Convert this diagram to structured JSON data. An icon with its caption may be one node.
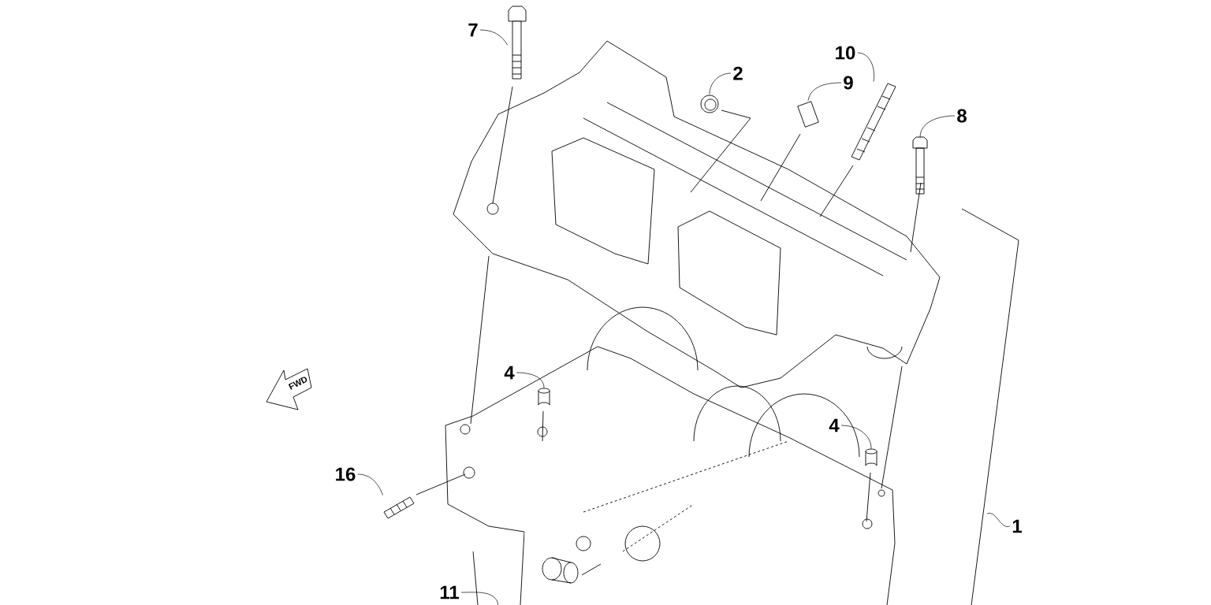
{
  "diagram": {
    "nodes": [
      {
        "text": [
          "7"
        ]
      },
      {
        "text": [
          "2"
        ]
      },
      {
        "text": [
          "9"
        ]
      },
      {
        "text": [
          "10"
        ]
      },
      {
        "text": [
          "8"
        ]
      },
      {
        "text": [
          "4"
        ]
      },
      {
        "text": [
          "4"
        ]
      },
      {
        "text": [
          "16"
        ]
      },
      {
        "text": [
          "1"
        ]
      },
      {
        "text": [
          "11"
        ]
      },
      {
        "text": [],
        "shape": "picture"
      },
      {
        "text": [],
        "shape": "picture"
      },
      {
        "text": [],
        "shape": "picture"
      },
      {
        "text": [],
        "shape": "picture"
      },
      {
        "text": [],
        "shape": "picture"
      },
      {
        "text": [],
        "shape": "cylinder"
      },
      {
        "text": [],
        "shape": "cylinder"
      },
      {
        "text": [],
        "shape": "picture"
      }
    ],
    "edges": [
      {
        "from": 0,
        "to": 10,
        "arrow": "none"
      },
      {
        "from": 1,
        "to": 11,
        "arrow": "none"
      },
      {
        "from": 2,
        "to": 12,
        "arrow": "none"
      },
      {
        "from": 3,
        "to": 13,
        "arrow": "none"
      },
      {
        "from": 4,
        "to": 14,
        "arrow": "none"
      },
      {
        "from": 5,
        "to": 15,
        "arrow": "none"
      },
      {
        "from": 6,
        "to": 16,
        "arrow": "none"
      },
      {
        "from": 7,
        "to": 17,
        "arrow": "none"
      },
      {
        "from": 8,
        "to": null,
        "arrow": "none"
      },
      {
        "from": 9,
        "to": null,
        "arrow": "none"
      }
    ],
    "labels": [
      "FWD"
    ]
  }
}
